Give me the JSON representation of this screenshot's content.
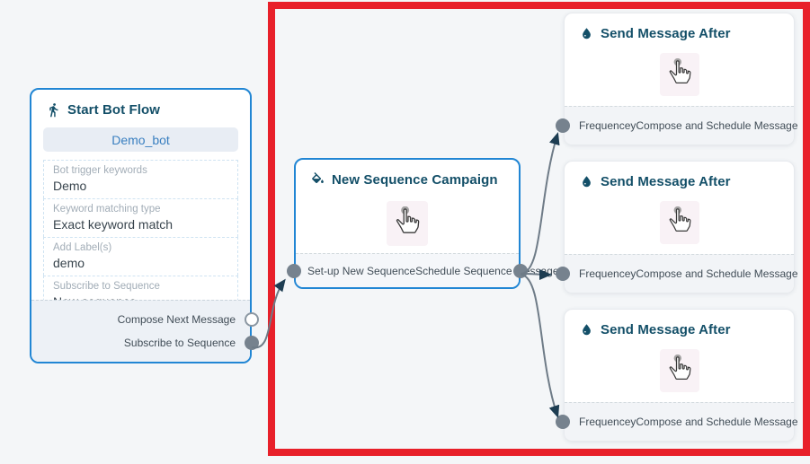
{
  "start_node": {
    "title": "Start Bot Flow",
    "icon": "walking-person-icon",
    "bot_button": "Demo_bot",
    "fields": [
      {
        "label": "Bot trigger keywords",
        "value": "Demo"
      },
      {
        "label": "Keyword matching type",
        "value": "Exact keyword match"
      },
      {
        "label": "Add Label(s)",
        "value": "demo"
      },
      {
        "label": "Subscribe to Sequence",
        "value": "New sequence"
      }
    ],
    "ports": [
      {
        "label": "Compose Next Message",
        "state": "open"
      },
      {
        "label": "Subscribe to Sequence",
        "state": "connected"
      }
    ]
  },
  "sequence_node": {
    "title": "New Sequence Campaign",
    "icon": "ink-pour-icon",
    "input_label": "Set-up New Sequence",
    "output_label": "Schedule Sequence Message"
  },
  "send_node": {
    "title": "Send Message After",
    "icon": "water-drop-icon",
    "input_label": "Frequencey",
    "output_label": "Compose and Schedule Message"
  },
  "colors": {
    "accent_blue_border": "#2186d4",
    "title_navy": "#134f68",
    "bot_button_text": "#397fc0",
    "connector_gray": "#76828e",
    "edge_gray": "#6e7b87",
    "arrow_navy": "#1d3d52",
    "highlight_red": "#e8202a",
    "canvas_bg": "#f4f6f8"
  }
}
